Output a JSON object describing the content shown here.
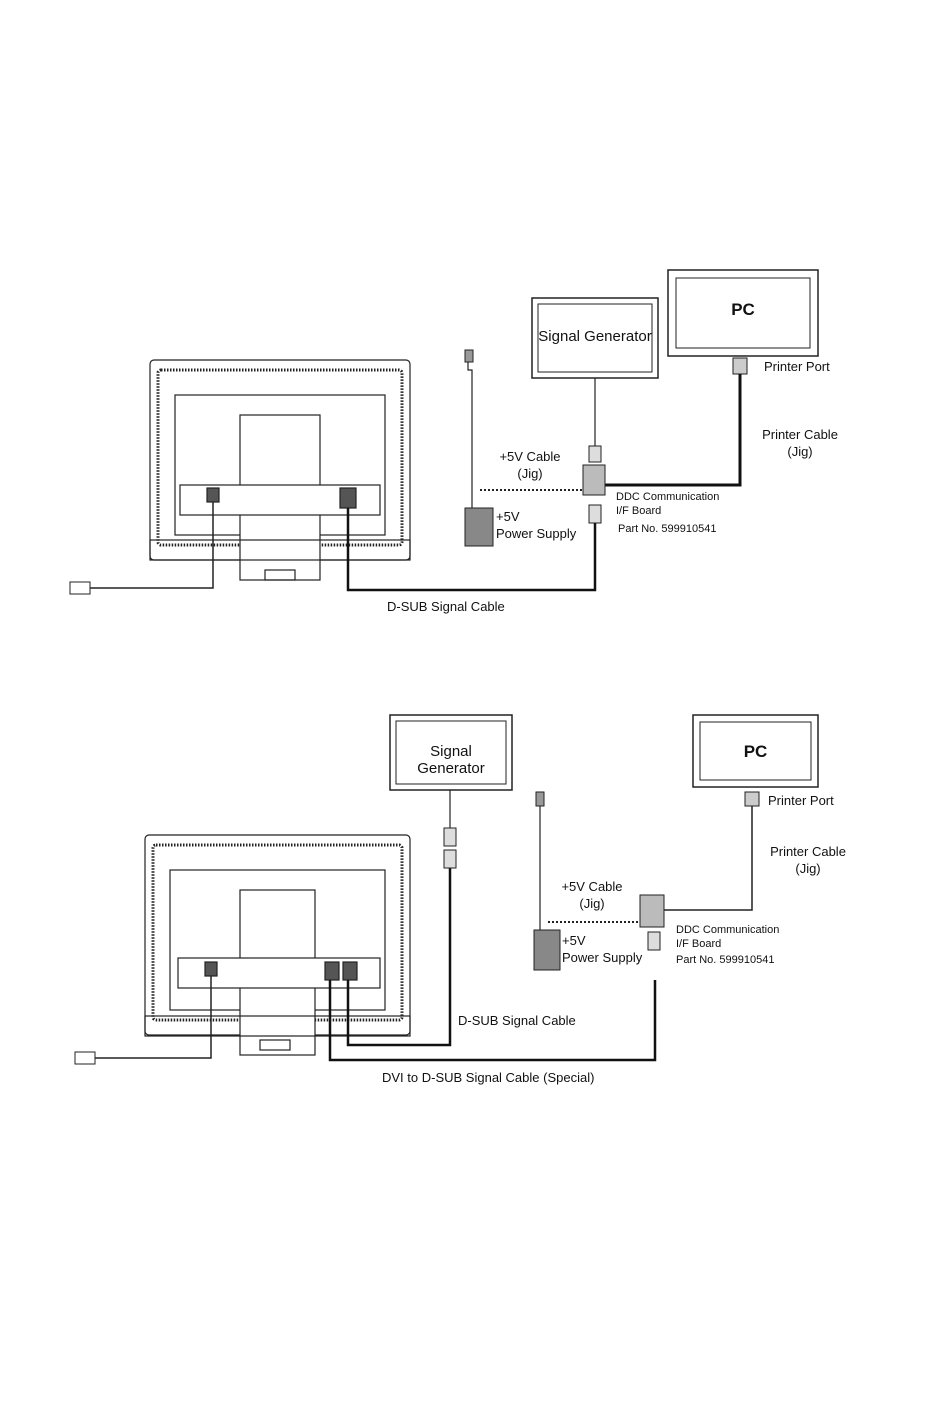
{
  "diagram1": {
    "signal_generator": "Signal Generator",
    "pc": "PC",
    "printer_port": "Printer Port",
    "printer_cable": [
      "Printer Cable",
      "(Jig)"
    ],
    "cable_5v": [
      "+5V Cable",
      "(Jig)"
    ],
    "power_supply": [
      "+5V",
      "Power Supply"
    ],
    "ddc_board": [
      "DDC Communication",
      "I/F Board"
    ],
    "part_no": "Part No. 599910541",
    "dsub_cable": "D-SUB Signal Cable"
  },
  "diagram2": {
    "signal_generator": "Signal Generator",
    "pc": "PC",
    "printer_port": "Printer Port",
    "printer_cable": [
      "Printer Cable",
      "(Jig)"
    ],
    "cable_5v": [
      "+5V Cable",
      "(Jig)"
    ],
    "power_supply": [
      "+5V",
      "Power Supply"
    ],
    "ddc_board": [
      "DDC Communication",
      "I/F Board"
    ],
    "part_no": "Part No. 599910541",
    "dsub_cable": "D-SUB Signal Cable",
    "dvi_cable": "DVI to D-SUB Signal Cable (Special)"
  }
}
